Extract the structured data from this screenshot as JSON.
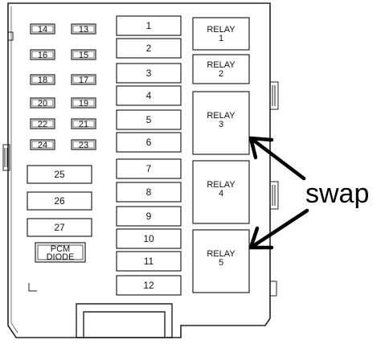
{
  "small_fuses": [
    {
      "left": "14",
      "right": "13"
    },
    {
      "left": "16",
      "right": "15"
    },
    {
      "left": "18",
      "right": "17"
    },
    {
      "left": "20",
      "right": "19"
    },
    {
      "left": "22",
      "right": "21"
    },
    {
      "left": "24",
      "right": "23"
    }
  ],
  "medium_fuses": [
    "25",
    "26",
    "27"
  ],
  "pcm_diode": {
    "line1": "PCM",
    "line2": "DIODE"
  },
  "center_fuses": [
    "1",
    "2",
    "3",
    "4",
    "5",
    "6",
    "7",
    "8",
    "9",
    "10",
    "11",
    "12"
  ],
  "relays": [
    {
      "line1": "RELAY",
      "line2": "1"
    },
    {
      "line1": "RELAY",
      "line2": "2"
    },
    {
      "line1": "RELAY",
      "line2": "3"
    },
    {
      "line1": "RELAY",
      "line2": "4"
    },
    {
      "line1": "RELAY",
      "line2": "5"
    }
  ],
  "annotation": {
    "text": "swap"
  }
}
